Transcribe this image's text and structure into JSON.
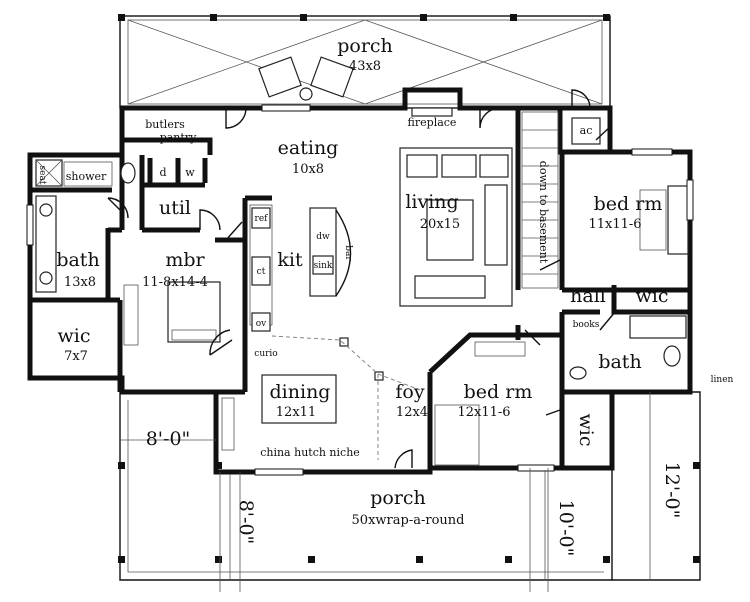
{
  "rooms": {
    "porch_top": {
      "name": "porch",
      "size": "43x8"
    },
    "eating": {
      "name": "eating",
      "size": "10x8"
    },
    "butlers": {
      "line1": "butlers",
      "line2": "pantry"
    },
    "fireplace": {
      "name": "fireplace"
    },
    "ac": {
      "name": "ac"
    },
    "living": {
      "name": "living",
      "size": "20x15"
    },
    "stairs": {
      "name": "down to basement"
    },
    "bed_right": {
      "name": "bed rm",
      "size": "11x11-6"
    },
    "shower": {
      "name": "shower"
    },
    "seat": {
      "name": "seat"
    },
    "w": {
      "name": "w"
    },
    "d": {
      "name": "d"
    },
    "util": {
      "name": "util"
    },
    "ref": {
      "name": "ref"
    },
    "dw": {
      "name": "dw"
    },
    "sink": {
      "name": "sink"
    },
    "bar": {
      "name": "bar"
    },
    "kit": {
      "name": "kit"
    },
    "mbath": {
      "name": "bath",
      "size": "13x8"
    },
    "mbr": {
      "name": "mbr",
      "size": "11-8x14-4"
    },
    "ct": {
      "name": "ct"
    },
    "ov": {
      "name": "ov"
    },
    "hall": {
      "name": "hall"
    },
    "wic_right": {
      "name": "wic"
    },
    "books": {
      "name": "books"
    },
    "wic_left": {
      "name": "wic",
      "size": "7x7"
    },
    "curio": {
      "name": "curio"
    },
    "bath_right": {
      "name": "bath"
    },
    "linen": {
      "name": "linen"
    },
    "dining": {
      "name": "dining",
      "size": "12x11"
    },
    "foy": {
      "name": "foy",
      "size": "12x4"
    },
    "bed_mid": {
      "name": "bed rm",
      "size": "12x11-6"
    },
    "wic_mid": {
      "name": "wic"
    },
    "china": {
      "name": "china hutch niche"
    },
    "porch_bottom": {
      "name": "porch",
      "size": "50xwrap-a-round"
    }
  },
  "dimensions": {
    "left_width": "8'-0\"",
    "right_height": "12'-0\"",
    "front_depth": "10'-0\"",
    "left_depth": "8'-0\""
  }
}
